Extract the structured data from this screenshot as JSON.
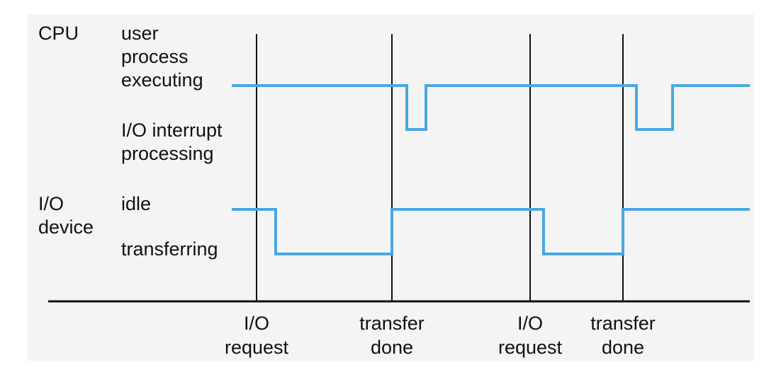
{
  "row_labels": {
    "cpu": "CPU",
    "io_device_1": "I/O",
    "io_device_2": "device"
  },
  "state_labels": {
    "user_1": "user",
    "user_2": "process",
    "user_3": "executing",
    "interrupt_1": "I/O interrupt",
    "interrupt_2": "processing",
    "idle": "idle",
    "transferring": "transferring"
  },
  "events": [
    {
      "line1": "I/O",
      "line2": "request"
    },
    {
      "line1": "transfer",
      "line2": "done"
    },
    {
      "line1": "I/O",
      "line2": "request"
    },
    {
      "line1": "transfer",
      "line2": "done"
    }
  ],
  "colors": {
    "signal": "#4aa7df",
    "axis": "#111111",
    "panel": "#f4f4f4"
  }
}
